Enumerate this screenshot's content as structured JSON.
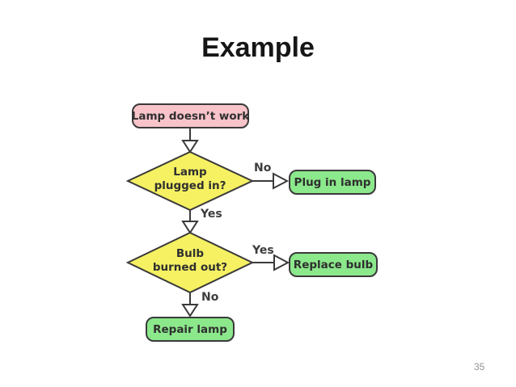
{
  "slide": {
    "title": "Example",
    "page_number": "35"
  },
  "colors": {
    "background": "#ffffff",
    "title_text": "#161616",
    "shape_border": "#3a3a3a",
    "connector": "#3a3a3a",
    "start_fill_pink": "#f9c3ca",
    "decision_fill_yellow": "#f5f162",
    "action_fill_green": "#8be88b",
    "shape_text": "#2f2f2f",
    "page_number_text": "#929292"
  },
  "flowchart": {
    "nodes": {
      "start": "Lamp doesn’t work",
      "decision_plugged": "Lamp\nplugged in?",
      "action_plug": "Plug in lamp",
      "decision_bulb": "Bulb\nburned out?",
      "action_replace": "Replace bulb",
      "action_repair": "Repair lamp"
    },
    "edge_labels": {
      "plugged_no": "No",
      "plugged_yes": "Yes",
      "bulb_yes": "Yes",
      "bulb_no": "No"
    }
  }
}
